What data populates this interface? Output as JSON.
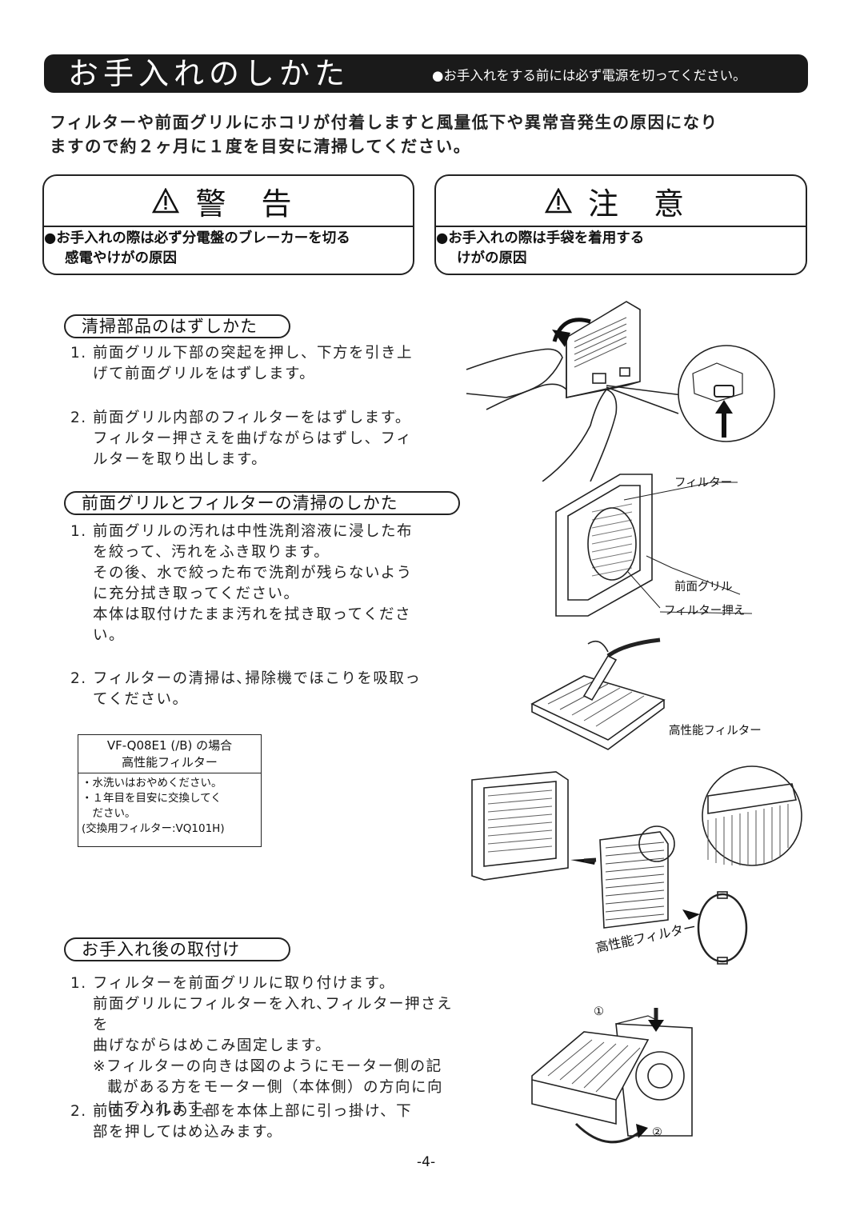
{
  "header": {
    "title": "お手入れのしかた",
    "note": "●お手入れをする前には必ず電源を切ってください。"
  },
  "intro": [
    "フィルターや前面グリルにホコリが付着しますと風量低下や異常音発生の原因になり",
    "ますので約２ヶ月に１度を目安に清掃してください。"
  ],
  "warning": {
    "icon": "warning-triangle-icon",
    "title": "警 告",
    "line1": "●お手入れの際は必ず分電盤のブレーカーを切る",
    "line2": "感電やけがの原因"
  },
  "caution": {
    "icon": "warning-triangle-icon",
    "title": "注 意",
    "line1": "●お手入れの際は手袋を着用する",
    "line2": "けがの原因"
  },
  "sections": {
    "removal": {
      "heading": "清掃部品のはずしかた",
      "step1": [
        "1. 前面グリル下部の突起を押し、下方を引き上",
        "げて前面グリルをはずします。"
      ],
      "step2": [
        "2. 前面グリル内部のフィルターをはずします。",
        "フィルター押さえを曲げながらはずし、フィ",
        "ルターを取り出します。"
      ]
    },
    "cleaning": {
      "heading": "前面グリルとフィルターの清掃のしかた",
      "step1": [
        "1. 前面グリルの汚れは中性洗剤溶液に浸した布",
        "を絞って、汚れをふき取ります。",
        "その後、水で絞った布で洗剤が残らないよう",
        "に充分拭き取ってください。",
        "本体は取付けたまま汚れを拭き取ってくださ",
        "い。"
      ],
      "step2": [
        "2. フィルターの清掃は､掃除機でほこりを吸取っ",
        "てください。"
      ]
    },
    "reattach": {
      "heading": "お手入れ後の取付け",
      "step1": [
        "1. フィルターを前面グリルに取り付けます。",
        "前面グリルにフィルターを入れ､フィルター押さえを",
        "曲げながらはめこみ固定します。",
        "※フィルターの向きは図のようにモーター側の記",
        "載がある方をモーター側（本体側）の方向に向",
        "けて入れます。"
      ],
      "step2": [
        "2. 前面グリルの上部を本体上部に引っ掛け、下",
        "部を押してはめ込みます。"
      ]
    }
  },
  "notice": {
    "head1": "VF-Q08E1 (/B) の場合",
    "head2": "高性能フィルター",
    "lines": [
      "・水洗いはおやめください。",
      "・１年目を目安に交換してく",
      "　ださい。",
      "(交換用フィルター:VQ101H)"
    ]
  },
  "labels": {
    "filter": "フィルター",
    "front_grill": "前面グリル",
    "filter_holder": "フィルター押え",
    "hp_filter": "高性能フィルター",
    "hp_filter2": "高性能フィルター",
    "step_a": "①",
    "step_b": "②"
  },
  "page_number": "-4-"
}
